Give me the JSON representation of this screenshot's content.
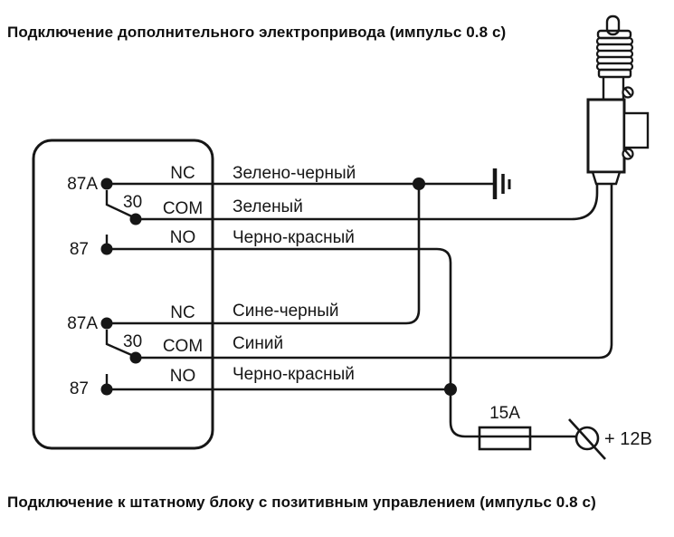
{
  "titles": {
    "top": "Подключение дополнительного электропривода (импульс 0.8 с)",
    "bottom": "Подключение к штатному блоку с позитивным управлением (импульс 0.8 с)"
  },
  "relay_box": {
    "groups": [
      {
        "pins": {
          "nc": "87A",
          "com": "30",
          "no": "87"
        },
        "contacts": {
          "nc": "NC",
          "com": "COM",
          "no": "NO"
        },
        "wires": {
          "nc": "Зелено-черный",
          "com": "Зеленый",
          "no": "Черно-красный"
        }
      },
      {
        "pins": {
          "nc": "87A",
          "com": "30",
          "no": "87"
        },
        "contacts": {
          "nc": "NC",
          "com": "COM",
          "no": "NO"
        },
        "wires": {
          "nc": "Сине-черный",
          "com": "Синий",
          "no": "Черно-красный"
        }
      }
    ]
  },
  "power": {
    "fuse": "15A",
    "supply": "+ 12В"
  },
  "symbols": {
    "ground": "chassis-ground-icon",
    "actuator": "door-lock-actuator-icon",
    "fuse": "fuse-icon",
    "supply_terminal": "power-terminal-icon"
  },
  "colors": {
    "ink": "#161616",
    "background": "#ffffff"
  }
}
